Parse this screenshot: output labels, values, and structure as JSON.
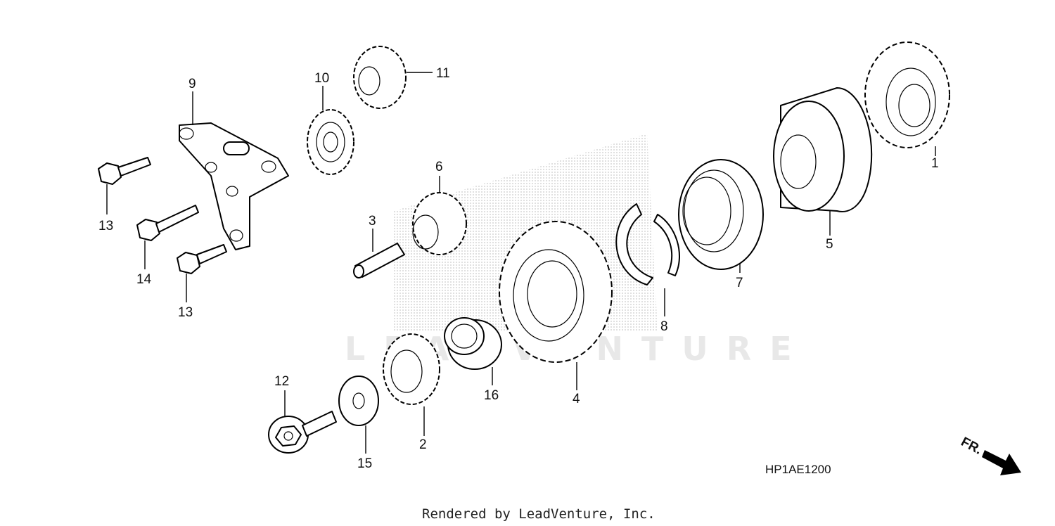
{
  "diagram": {
    "part_code": "HP1AE1200",
    "credit": "Rendered by LeadVenture, Inc.",
    "watermark": "LEADVENTURE",
    "direction_label": "FR.",
    "callouts": [
      "1",
      "2",
      "3",
      "4",
      "5",
      "6",
      "7",
      "8",
      "9",
      "10",
      "11",
      "12",
      "13",
      "13",
      "14",
      "15",
      "16"
    ]
  },
  "colors": {
    "ink": "#000000",
    "background": "#ffffff",
    "watermark": "#e8e8e8",
    "stipple": "#bdbdbd"
  }
}
